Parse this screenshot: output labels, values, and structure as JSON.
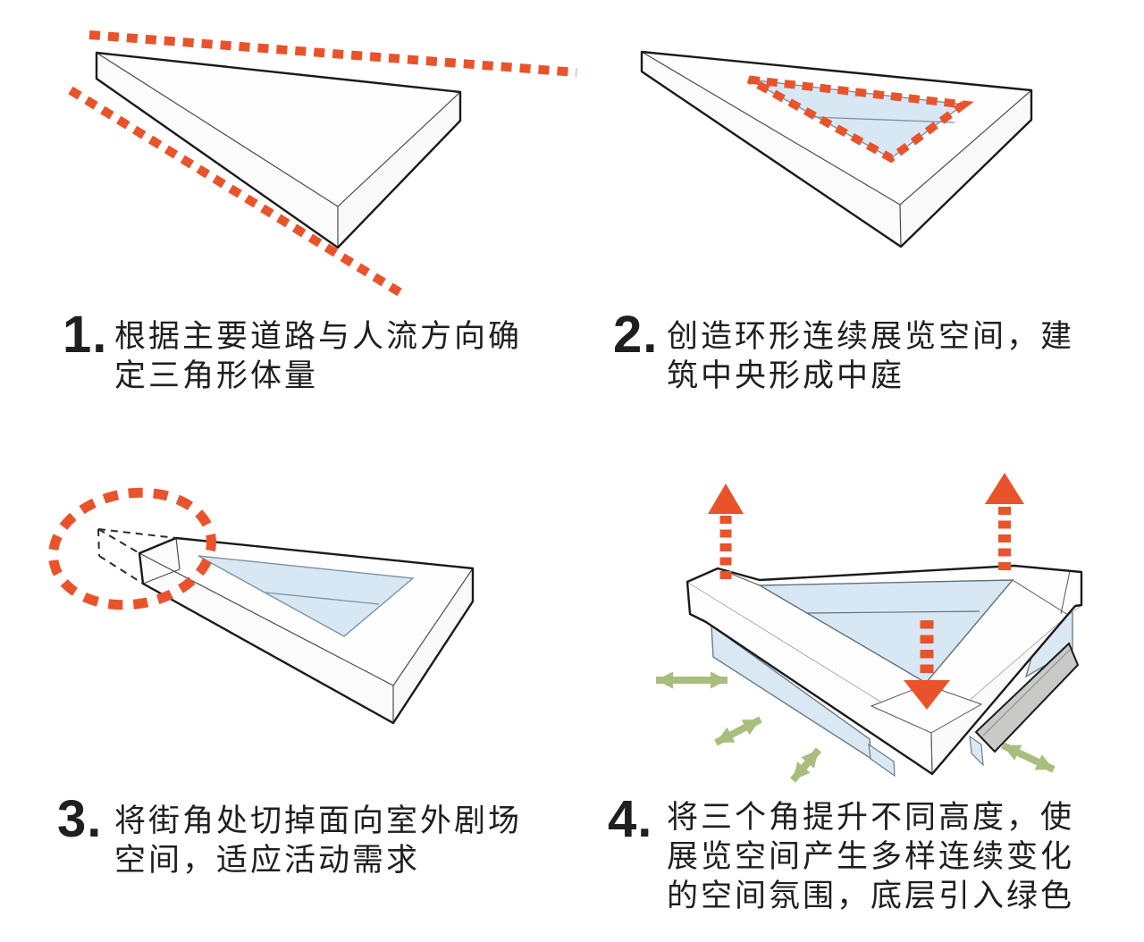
{
  "title": "triangular-museum-massing-concept-diagram",
  "colors": {
    "accent_orange": "#E9532B",
    "arrow_green": "#A9BE7E",
    "glass_blue": "#D7E7F4",
    "wedge_gray": "#C9C9C8",
    "outline_black": "#1A1A1A",
    "text_color": "#1F1F1F",
    "background": "#FFFFFF"
  },
  "steps": [
    {
      "number": "1.",
      "lines": [
        "根据主要道路与人流方向确",
        "定三角形体量"
      ]
    },
    {
      "number": "2.",
      "lines": [
        "创造环形连续展览空间，建",
        "筑中央形成中庭"
      ]
    },
    {
      "number": "3.",
      "lines": [
        "将街角处切掉面向室外剧场",
        "空间，适应活动需求"
      ]
    },
    {
      "number": "4.",
      "lines": [
        "将三个角提升不同高度，使",
        "展览空间产生多样连续变化",
        "的空间氛围，底层引入绿色"
      ]
    }
  ]
}
